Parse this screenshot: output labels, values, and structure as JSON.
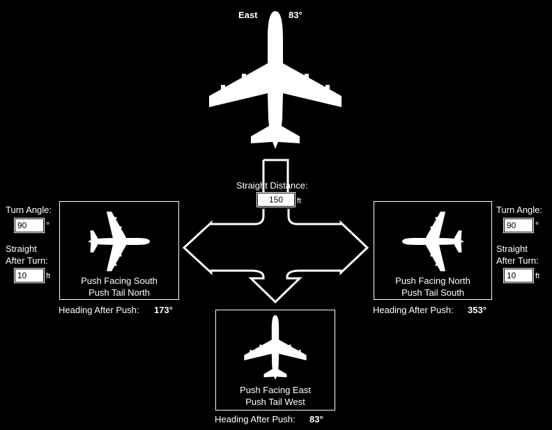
{
  "current": {
    "direction": "East",
    "heading": "83°"
  },
  "straight": {
    "label": "Straight Distance:",
    "value": "150",
    "unit": "ft"
  },
  "left": {
    "turn_angle_label": "Turn Angle:",
    "turn_angle_value": "90",
    "turn_angle_unit": "°",
    "straight_label_1": "Straight",
    "straight_label_2": "After Turn:",
    "straight_value": "10",
    "straight_unit": "ft",
    "facing": "Push Facing South",
    "tail": "Push Tail North",
    "heading_label": "Heading After Push:",
    "heading_value": "173°"
  },
  "right": {
    "turn_angle_label": "Turn Angle:",
    "turn_angle_value": "90",
    "turn_angle_unit": "°",
    "straight_label_1": "Straight",
    "straight_label_2": "After Turn:",
    "straight_value": "10",
    "straight_unit": "ft",
    "facing": "Push Facing North",
    "tail": "Push Tail South",
    "heading_label": "Heading After Push:",
    "heading_value": "353°"
  },
  "bottom": {
    "facing": "Push Facing East",
    "tail": "Push Tail West",
    "heading_label": "Heading After Push:",
    "heading_value": "83°"
  }
}
